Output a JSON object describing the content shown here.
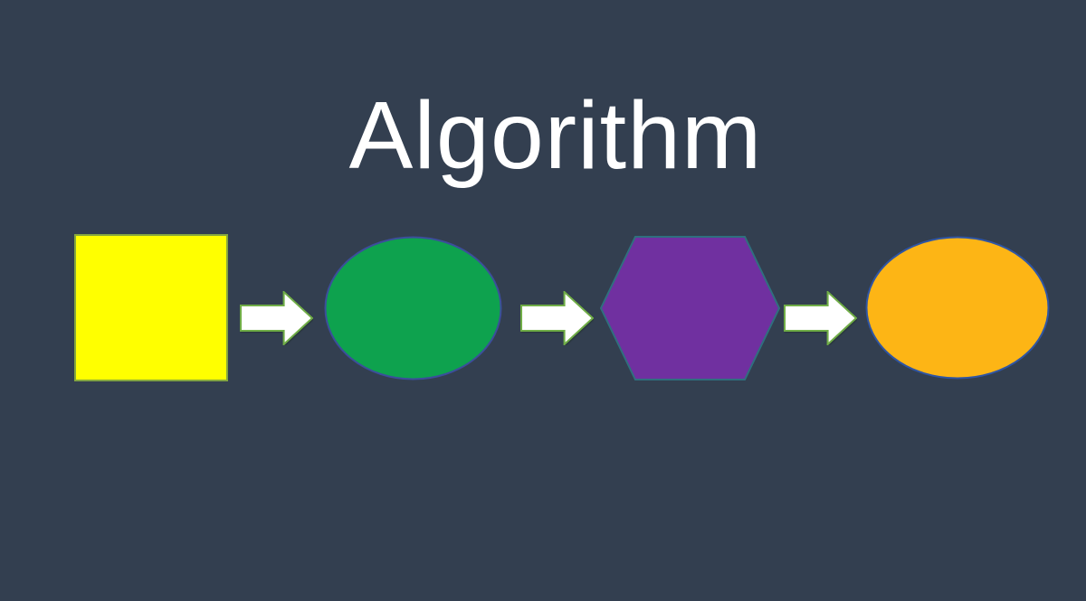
{
  "title": "Algorithm",
  "colors": {
    "background": "#333F50",
    "title_text": "#FFFFFF",
    "arrow_fill": "#FFFFFF",
    "arrow_stroke": "#70AD47"
  },
  "diagram": {
    "type": "flowchart",
    "direction": "left-to-right",
    "steps": [
      {
        "order": 1,
        "shape": "square",
        "fill": "#FFFF00",
        "stroke": "#85A63E"
      },
      {
        "order": 2,
        "shape": "ellipse",
        "fill": "#0EA24E",
        "stroke": "#3C4E9B"
      },
      {
        "order": 3,
        "shape": "hexagon",
        "fill": "#7030A0",
        "stroke": "#2F6F7E"
      },
      {
        "order": 4,
        "shape": "ellipse",
        "fill": "#FDB515",
        "stroke": "#2F55A4"
      }
    ],
    "connector": "right-block-arrow"
  }
}
